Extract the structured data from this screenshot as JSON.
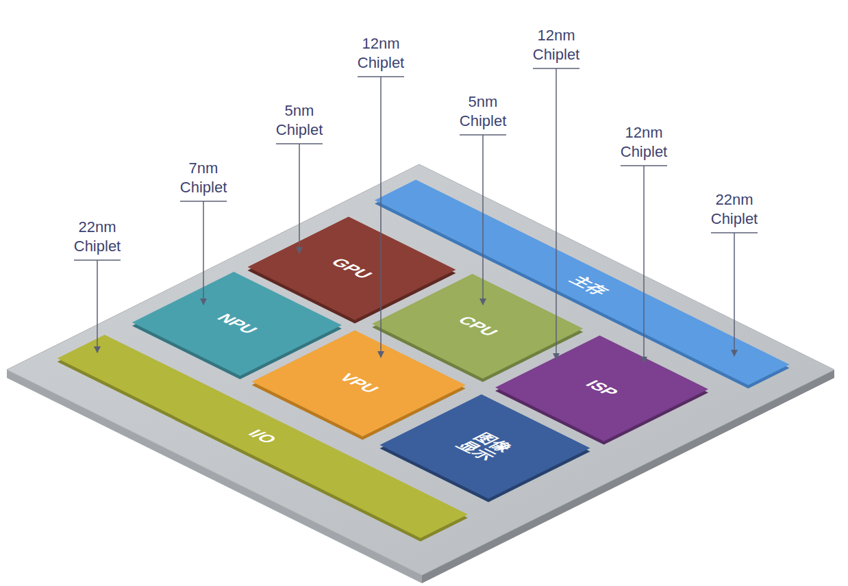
{
  "diagram": {
    "nodes": [
      {
        "text": [
          "主存"
        ]
      },
      {
        "text": [
          "GPU"
        ]
      },
      {
        "text": [
          "CPU"
        ]
      },
      {
        "text": [
          "ISP"
        ]
      },
      {
        "text": [
          "NPU"
        ]
      },
      {
        "text": [
          "VPU"
        ]
      },
      {
        "text": [
          "图像显示"
        ]
      },
      {
        "text": [
          "I/O"
        ]
      }
    ],
    "labels": [
      "22nm Chiplet",
      "7nm Chiplet",
      "5nm Chiplet",
      "12nm Chiplet",
      "5nm Chiplet",
      "12nm Chiplet",
      "12nm Chiplet",
      "22nm Chiplet"
    ]
  }
}
